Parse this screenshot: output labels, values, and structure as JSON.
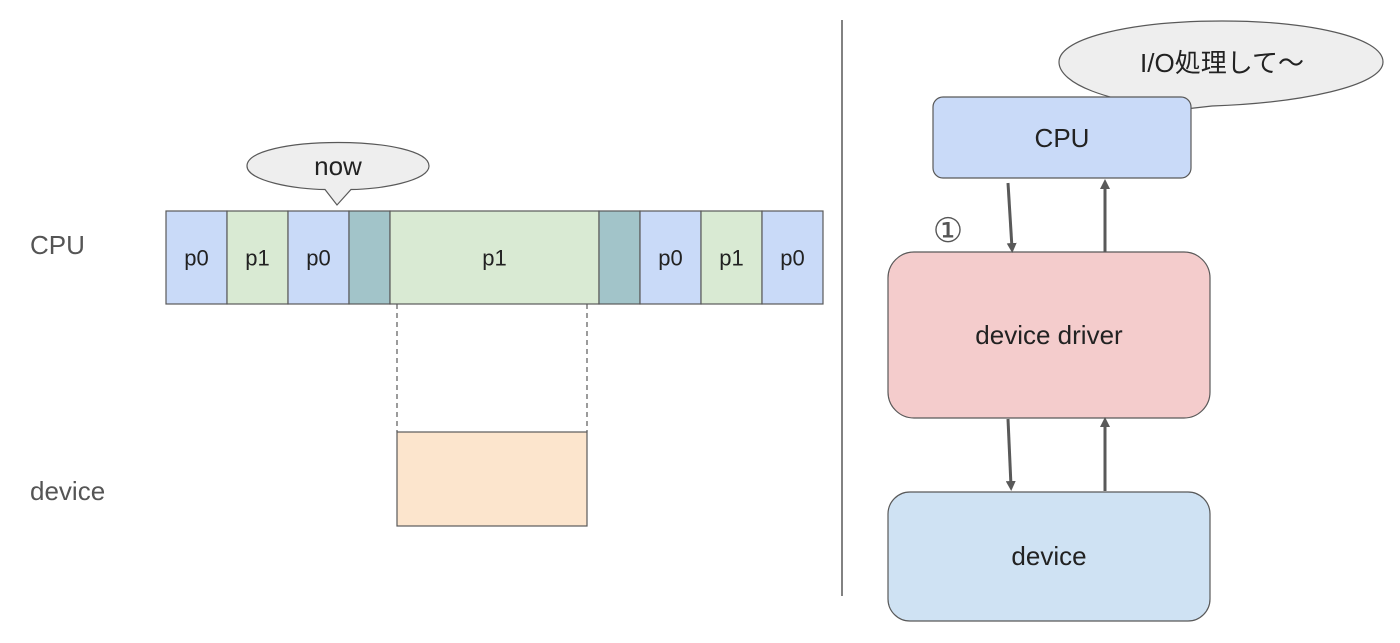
{
  "timeline": {
    "cpu_label": "CPU",
    "device_label": "device",
    "now_label": "now",
    "segments": [
      {
        "label": "p0",
        "kind": "p0"
      },
      {
        "label": "p1",
        "kind": "p1"
      },
      {
        "label": "p0",
        "kind": "p0"
      },
      {
        "label": "",
        "kind": "switch"
      },
      {
        "label": "p1",
        "kind": "p1"
      },
      {
        "label": "",
        "kind": "switch"
      },
      {
        "label": "p0",
        "kind": "p0"
      },
      {
        "label": "p1",
        "kind": "p1"
      },
      {
        "label": "p0",
        "kind": "p0"
      }
    ]
  },
  "stack": {
    "bubble_text": "I/O処理して〜",
    "cpu_label": "CPU",
    "driver_label": "device driver",
    "device_label": "device",
    "marker_label": "①"
  },
  "colors": {
    "p0": "#c9daf8",
    "p1": "#d9ead3",
    "switch": "#a2c4c9",
    "device_busy": "#fce5cd",
    "cpu_box": "#c9daf8",
    "driver_box": "#f4cccc",
    "device_box": "#cfe2f3",
    "bubble": "#eeeeee",
    "stroke": "#595959"
  }
}
